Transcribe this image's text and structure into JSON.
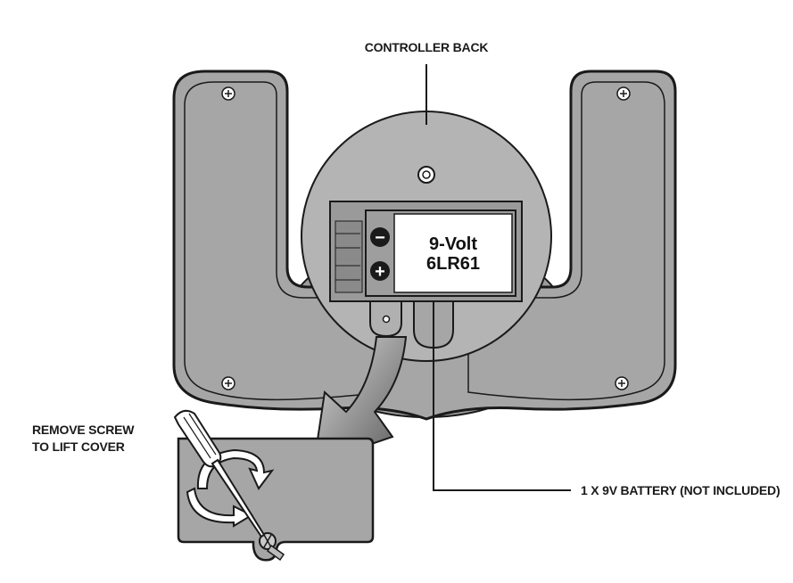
{
  "labels": {
    "controller_back": "CONTROLLER BACK",
    "remove_screw_line1": "REMOVE SCREW",
    "remove_screw_line2": "TO LIFT COVER",
    "battery_note": "1 X 9V BATTERY (NOT INCLUDED)"
  },
  "battery": {
    "voltage": "9-Volt",
    "model": "6LR61",
    "negative_symbol": "−",
    "positive_symbol": "+"
  },
  "colors": {
    "body_fill": "#a6a6a6",
    "body_dark": "#7f7f7f",
    "hub_fill": "#b8b8b8",
    "outline": "#1a1a1a",
    "battery_fill": "#ffffff"
  }
}
